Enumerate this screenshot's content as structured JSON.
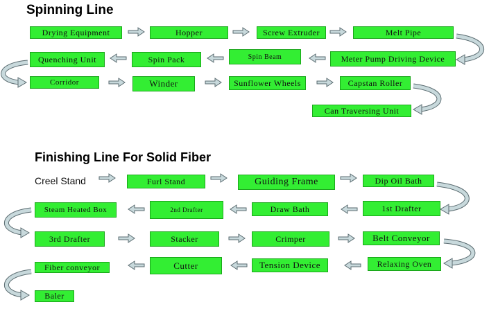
{
  "spinning": {
    "title": "Spinning Line",
    "boxes": [
      "Drying Equipment",
      "Hopper",
      "Screw Extruder",
      "Melt Pipe",
      "Meter Pump Driving Device",
      "Spin Beam",
      "Spin Pack",
      "Quenching Unit",
      "Corridor",
      "Winder",
      "Sunflower Wheels",
      "Capstan Roller",
      "Can Traversing Unit"
    ]
  },
  "finishing": {
    "title": "Finishing Line For Solid Fiber",
    "boxes": [
      "Creel Stand",
      "Furl Stand",
      "Guiding Frame",
      "Dip Oil Bath",
      "1st Drafter",
      "Draw Bath",
      "2nd Drafter",
      "Steam Heated Box",
      "3rd Drafter",
      "Stacker",
      "Crimper",
      "Belt Conveyor",
      "Relaxing Oven",
      "Tension Device",
      "Cutter",
      "Fiber conveyor",
      "Baler"
    ]
  },
  "colors": {
    "box_fill": "#33ee33",
    "arrow_fill": "#c8d9dc",
    "arrow_stroke": "#5a6b70"
  }
}
